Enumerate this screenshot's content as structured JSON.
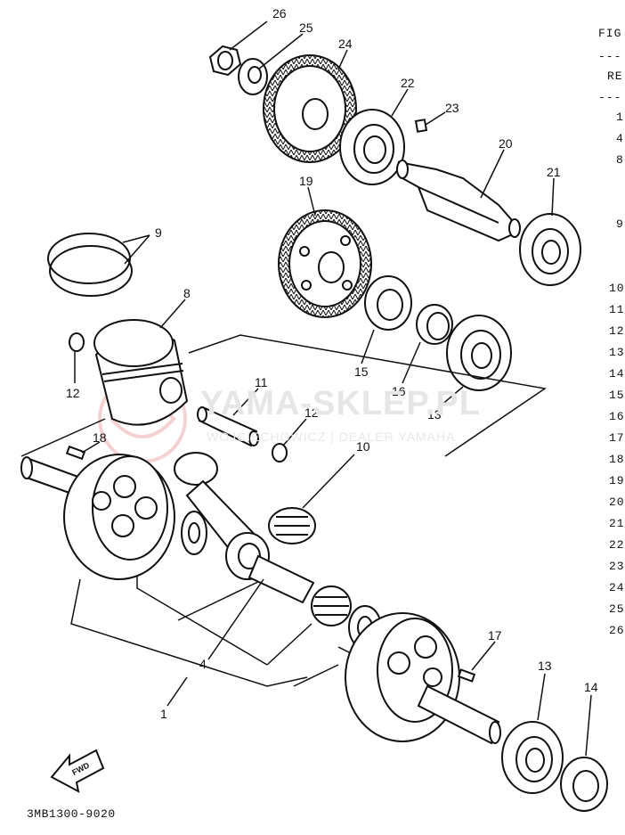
{
  "header": {
    "fig": "FIG",
    "dash1": "---",
    "ref": "RE",
    "dash2": "---"
  },
  "ref_numbers": [
    "1",
    "4",
    "8",
    "9",
    "10",
    "11",
    "12",
    "13",
    "14",
    "15",
    "16",
    "17",
    "18",
    "19",
    "20",
    "21",
    "22",
    "23",
    "24",
    "25",
    "26"
  ],
  "watermark": {
    "main": "YAMA-SKLEP.PL",
    "sub": "WOJCIECHOWICZ | DEALER YAMAHA"
  },
  "callouts": {
    "c26": "26",
    "c25": "25",
    "c24": "24",
    "c22": "22",
    "c23": "23",
    "c20": "20",
    "c21": "21",
    "c19": "19",
    "c9": "9",
    "c8": "8",
    "c12a": "12",
    "c15": "15",
    "c16": "16",
    "c13a": "13",
    "c11": "11",
    "c12b": "12",
    "c10": "10",
    "c18": "18",
    "c4": "4",
    "c1": "1",
    "c17": "17",
    "c13b": "13",
    "c14": "14"
  },
  "fwd_label": "FWD",
  "part_code": "3MB1300-9020"
}
